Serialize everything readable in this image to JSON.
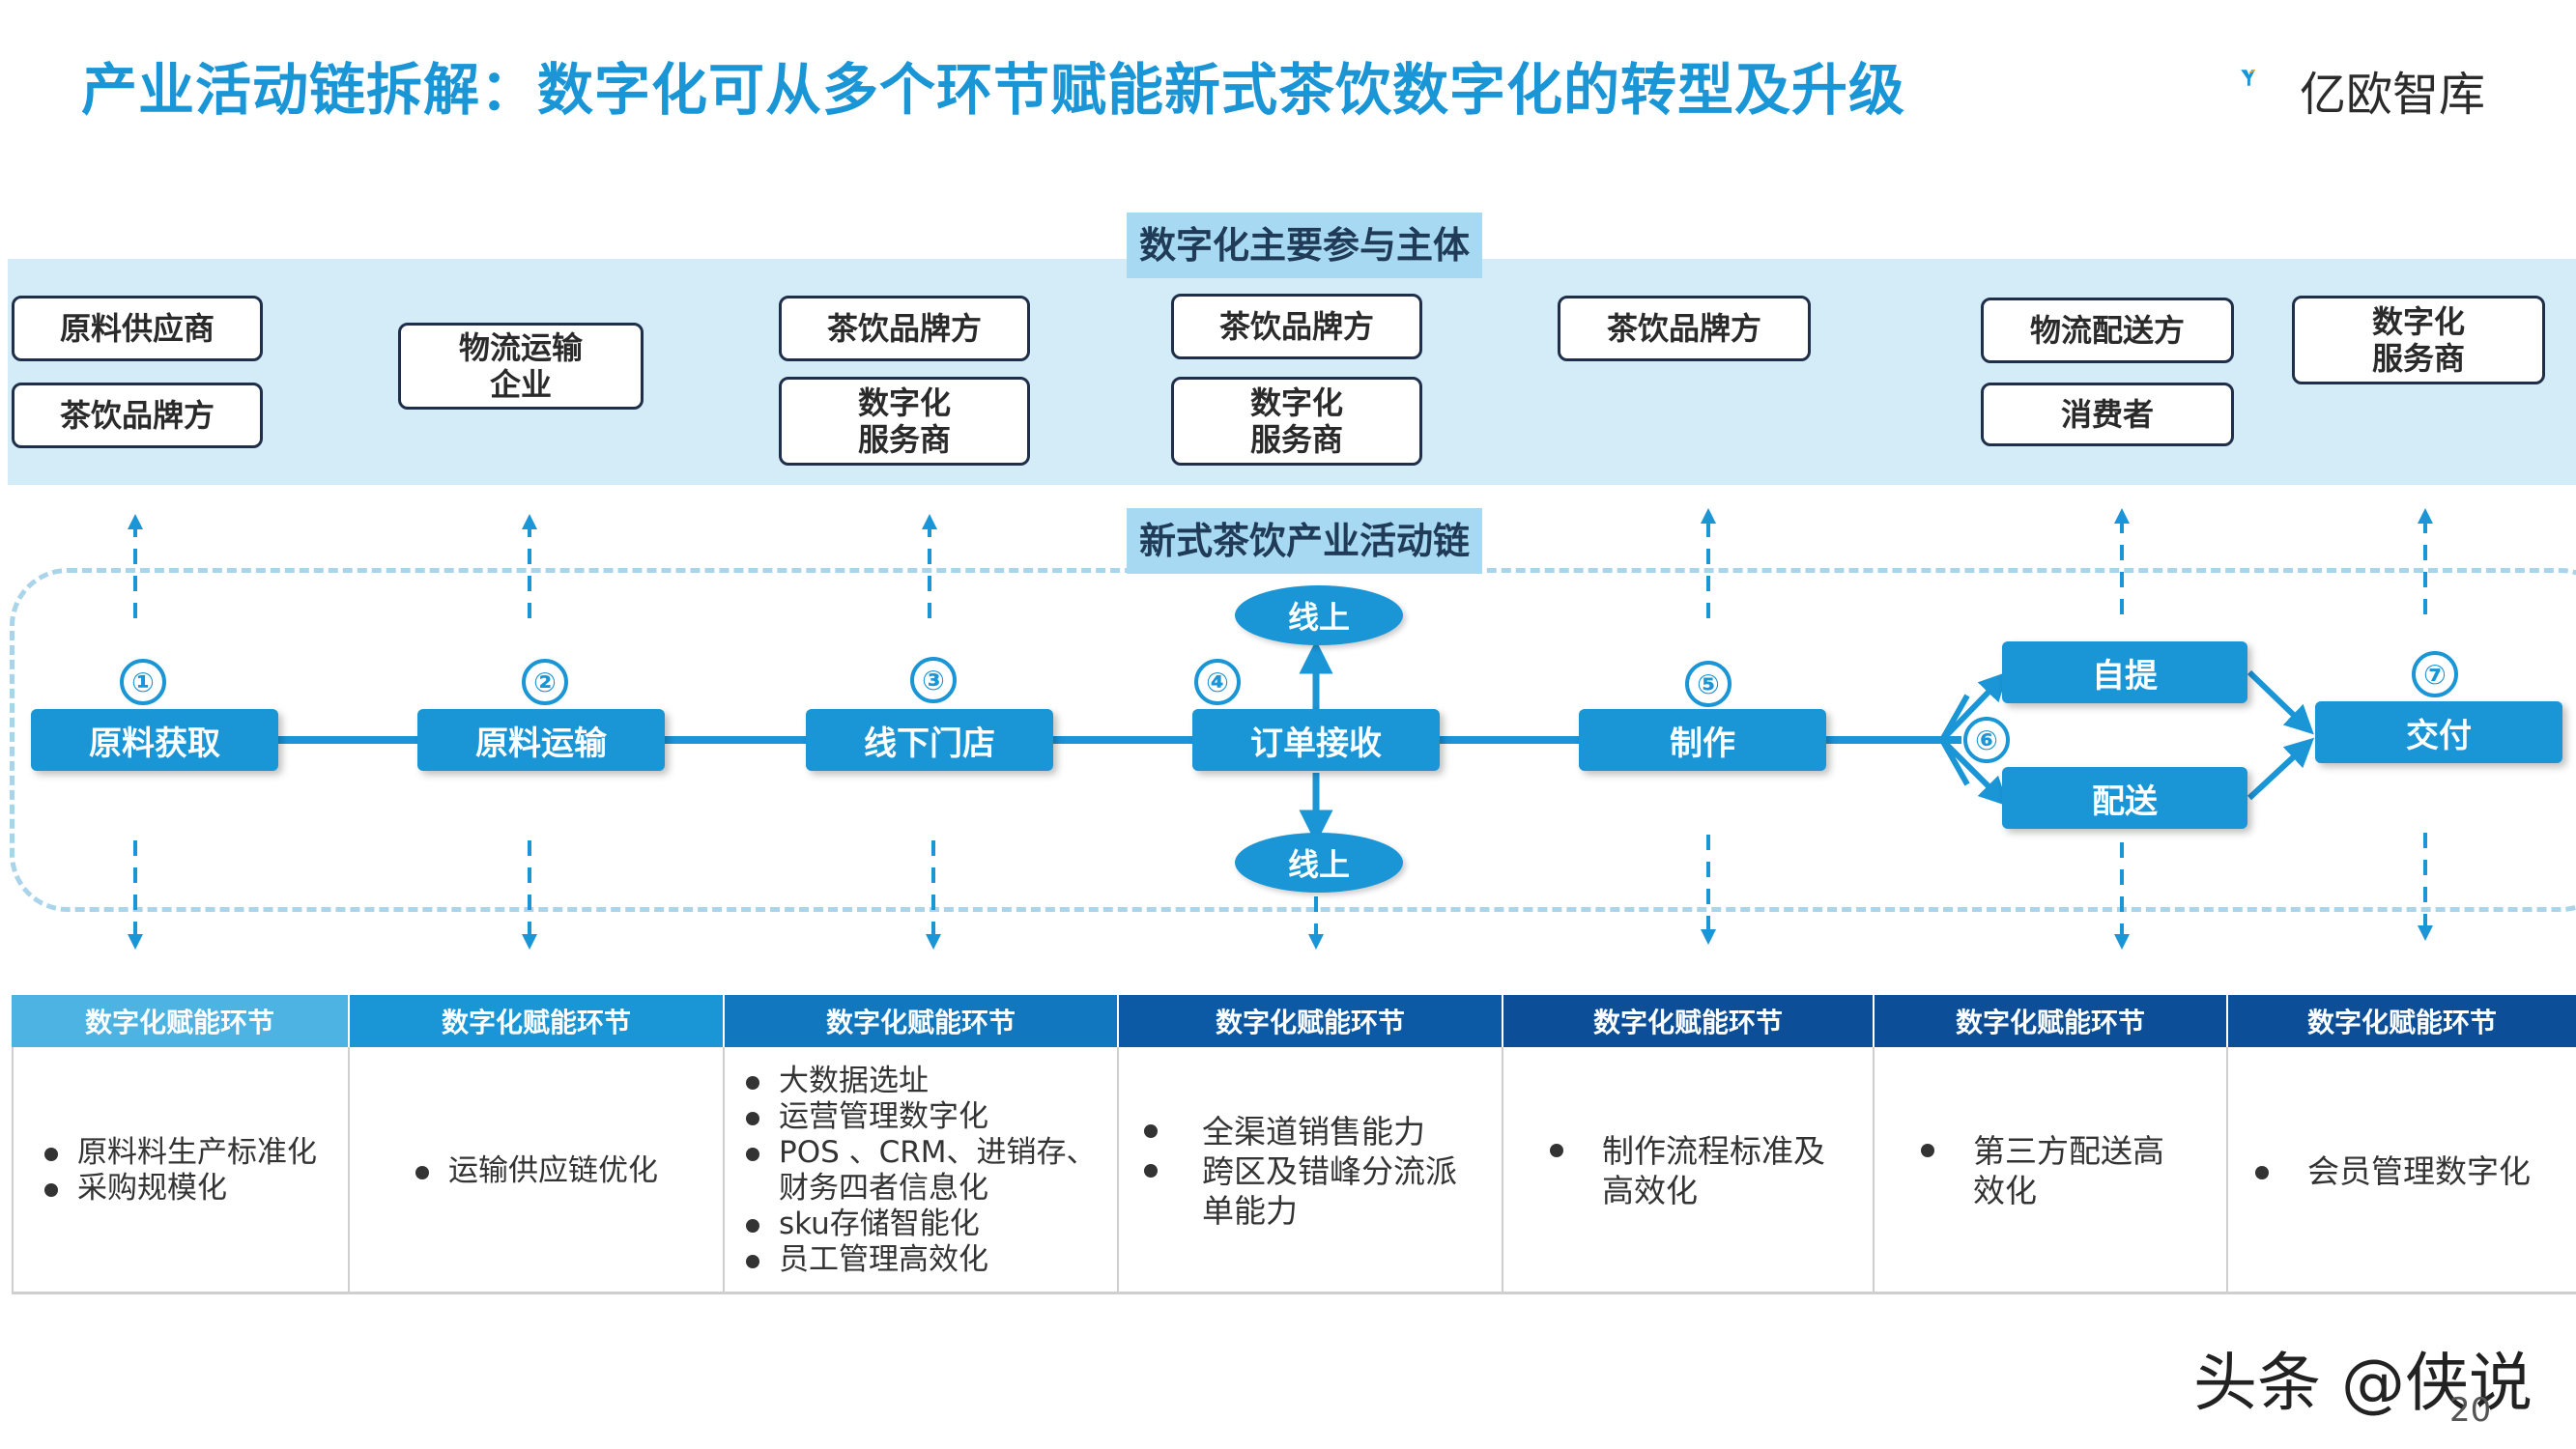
{
  "title": "产业活动链拆解：数字化可从多个环节赋能新式茶饮数字化的转型及升级",
  "logo_text": "亿欧智库",
  "participants_label": "数字化主要参与主体",
  "chain_label": "新式茶饮产业活动链",
  "participants": [
    [
      "原料供应商",
      "茶饮品牌方"
    ],
    [
      "物流运输企业"
    ],
    [
      "茶饮品牌方",
      "数字化服务商"
    ],
    [
      "茶饮品牌方",
      "数字化服务商"
    ],
    [
      "茶饮品牌方"
    ],
    [
      "物流配送方",
      "消费者"
    ],
    [
      "数字化服务商"
    ]
  ],
  "stages": [
    {
      "num": "①",
      "label": "原料获取"
    },
    {
      "num": "②",
      "label": "原料运输"
    },
    {
      "num": "③",
      "label": "线下门店"
    },
    {
      "num": "④",
      "label": "订单接收"
    },
    {
      "num": "⑤",
      "label": "制作"
    },
    {
      "num": "⑥",
      "label": "自提",
      "label2": "配送"
    },
    {
      "num": "⑦",
      "label": "交付"
    }
  ],
  "online_label": "线上",
  "table_header": "数字化赋能环节",
  "table_items": [
    [
      "原料料生产标准化",
      "采购规模化"
    ],
    [
      "运输供应链优化"
    ],
    [
      "大数据选址",
      "运营管理数字化",
      "POS 、CRM、进销存、财务四者信息化",
      "sku存储智能化",
      "员工管理高效化"
    ],
    [
      "全渠道销售能力",
      "跨区及错峰分流派单能力"
    ],
    [
      "制作流程标准及高效化"
    ],
    [
      "第三方配送高效化"
    ],
    [
      "会员管理数字化"
    ]
  ],
  "colors": {
    "accent": "#1a95d6",
    "band": "#d4ecf8",
    "head_light": "#4cb3e3",
    "head_mid": "#1a95d6",
    "head_dark": "#0c5aa6"
  },
  "watermark": "头条 @侠说",
  "page_number": "20"
}
